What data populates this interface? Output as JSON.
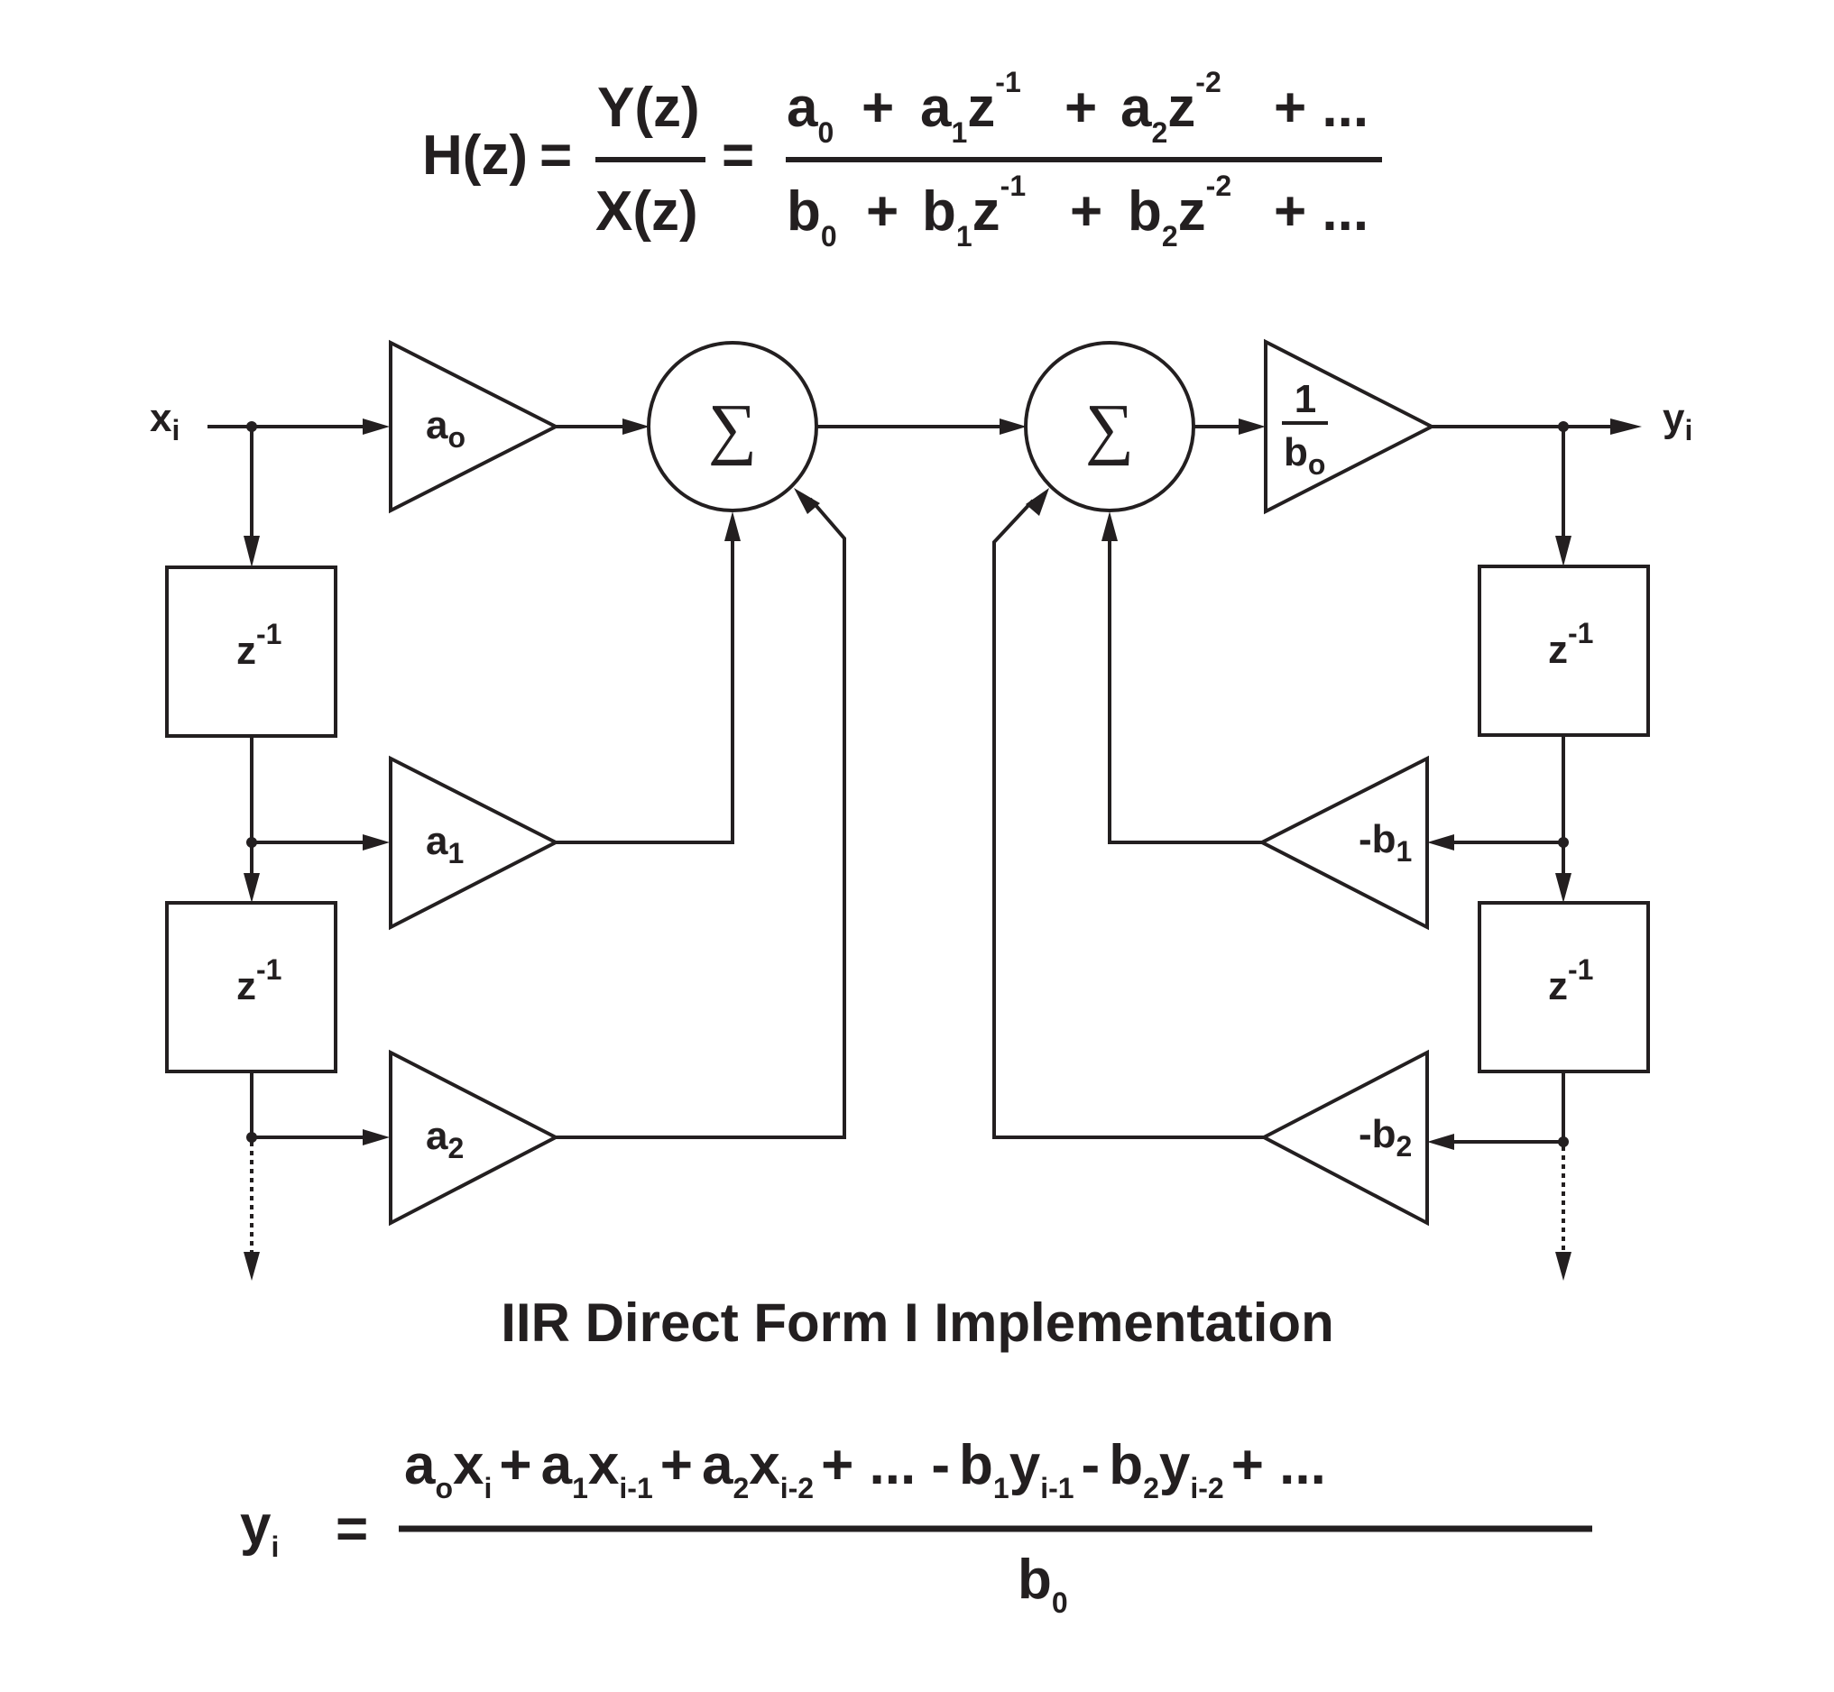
{
  "transfer_function": {
    "lhs": "H(z)",
    "equals": "=",
    "ratio_num": "Y(z)",
    "ratio_den": "X(z)",
    "numerator": [
      {
        "base": "a",
        "sub": "0",
        "sup": ""
      },
      {
        "op": "+"
      },
      {
        "base": "a",
        "sub": "1",
        "var": "z",
        "sup": "-1"
      },
      {
        "op": "+"
      },
      {
        "base": "a",
        "sub": "2",
        "var": "z",
        "sup": "-2"
      },
      {
        "op": "+ ..."
      }
    ],
    "denominator": [
      {
        "base": "b",
        "sub": "0",
        "sup": ""
      },
      {
        "op": "+"
      },
      {
        "base": "b",
        "sub": "1",
        "var": "z",
        "sup": "-1"
      },
      {
        "op": "+"
      },
      {
        "base": "b",
        "sub": "2",
        "var": "z",
        "sup": "-2"
      },
      {
        "op": "+ ..."
      }
    ],
    "num_text": {
      "a0": "a",
      "a0s": "0",
      "p1": "+",
      "a1": "a",
      "a1s": "1",
      "z1": "z",
      "z1e": "-1",
      "p2": "+",
      "a2": "a",
      "a2s": "2",
      "z2": "z",
      "z2e": "-2",
      "p3": "+ ..."
    },
    "den_text": {
      "b0": "b",
      "b0s": "0",
      "p1": "+",
      "b1": "b",
      "b1s": "1",
      "z1": "z",
      "z1e": "-1",
      "p2": "+",
      "b2": "b",
      "b2s": "2",
      "z2": "z",
      "z2e": "-2",
      "p3": "+ ..."
    }
  },
  "diagram": {
    "input": {
      "base": "x",
      "sub": "i"
    },
    "output": {
      "base": "y",
      "sub": "i"
    },
    "summer_symbol": "∑",
    "delay": {
      "base": "z",
      "sup": "-1"
    },
    "gains": {
      "a0": {
        "base": "a",
        "sub": "o"
      },
      "a1": {
        "base": "a",
        "sub": "1"
      },
      "a2": {
        "base": "a",
        "sub": "2"
      },
      "inv_b0": {
        "num": "1",
        "den_base": "b",
        "den_sub": "o"
      },
      "neg_b1": {
        "base": "-b",
        "sub": "1"
      },
      "neg_b2": {
        "base": "-b",
        "sub": "2"
      }
    },
    "blocks": [
      "x_i",
      "a_o",
      "z^-1",
      "z^-1",
      "a_1",
      "a_2",
      "∑",
      "∑",
      "1/b_o",
      "y_i",
      "z^-1",
      "z^-1",
      "-b_1",
      "-b_2"
    ]
  },
  "title": "IIR Direct Form I Implementation",
  "difference_equation": {
    "lhs": {
      "base": "y",
      "sub": "i"
    },
    "equals": "=",
    "numerator": {
      "t1": "a",
      "t1s": "o",
      "t1v": "x",
      "t1vs": "i",
      "p1": "+",
      "t2": "a",
      "t2s": "1",
      "t2v": "x",
      "t2vs": "i-1",
      "p2": "+",
      "t3": "a",
      "t3s": "2",
      "t3v": "x",
      "t3vs": "i-2",
      "p3": "+ ... -",
      "t4": "b",
      "t4s": "1",
      "t4v": "y",
      "t4vs": "i-1",
      "p4": "-",
      "t5": "b",
      "t5s": "2",
      "t5v": "y",
      "t5vs": "i-2",
      "p5": "+ ..."
    },
    "denominator": {
      "base": "b",
      "sub": "0"
    }
  }
}
